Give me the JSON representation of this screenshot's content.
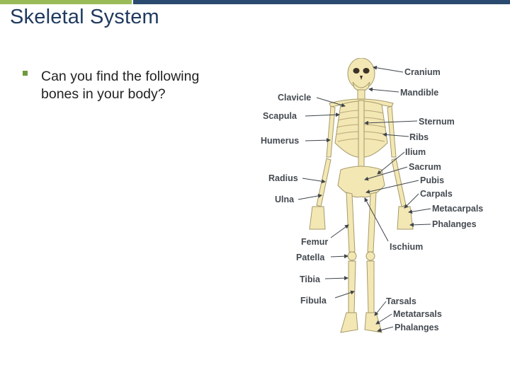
{
  "slide": {
    "title": "Skeletal System",
    "bullet": "Can you find the following bones in your body?"
  },
  "diagram": {
    "labels": {
      "cranium": "Cranium",
      "mandible": "Mandible",
      "clavicle": "Clavicle",
      "scapula": "Scapula",
      "sternum": "Sternum",
      "humerus": "Humerus",
      "ribs": "Ribs",
      "ilium": "Ilium",
      "sacrum": "Sacrum",
      "radius": "Radius",
      "pubis": "Pubis",
      "ulna": "Ulna",
      "carpals": "Carpals",
      "metacarpals": "Metacarpals",
      "phalanges_hand": "Phalanges",
      "femur": "Femur",
      "ischium": "Ischium",
      "patella": "Patella",
      "tibia": "Tibia",
      "fibula": "Fibula",
      "tarsals": "Tarsals",
      "metatarsals": "Metatarsals",
      "phalanges_foot": "Phalanges"
    }
  },
  "colors": {
    "title": "#1f3a5f",
    "accent_green": "#9bbb59",
    "accent_navy": "#2b4a6f",
    "bone": "#f3e7b4",
    "bone_outline": "#a59a6a",
    "label": "#444a50"
  }
}
